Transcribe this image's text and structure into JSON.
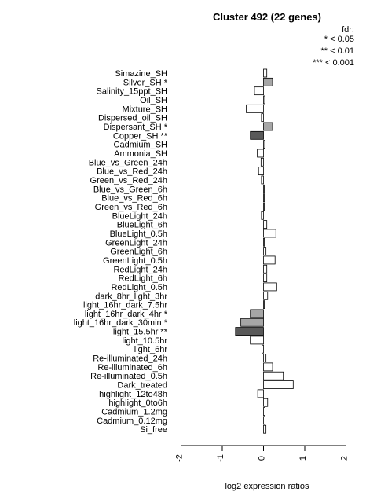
{
  "chart_data": {
    "type": "bar",
    "orientation": "horizontal",
    "title": "Cluster 492 (22 genes)",
    "xlabel": "log2 expression ratios",
    "xlim": [
      -2,
      2
    ],
    "xticks": [
      "-2",
      "-1",
      "0",
      "1",
      "2"
    ],
    "legend": {
      "title": "fdr:",
      "entries": [
        "* < 0.05",
        "** < 0.01",
        "*** < 0.001"
      ],
      "placement": "top-right"
    },
    "colors": {
      "none": "#ffffff",
      "sig1": "#a6a6a6",
      "sig2": "#595959",
      "border": "#000000"
    },
    "rows": [
      {
        "label": "Simazine_SH",
        "value": 0.08,
        "sig": 0
      },
      {
        "label": "Silver_SH *",
        "value": 0.22,
        "sig": 1
      },
      {
        "label": "Salinity_15ppt_SH",
        "value": -0.22,
        "sig": 0
      },
      {
        "label": "Oil_SH",
        "value": 0.03,
        "sig": 0
      },
      {
        "label": "Mixture_SH",
        "value": -0.42,
        "sig": 0
      },
      {
        "label": "Dispersed_oil_SH",
        "value": -0.05,
        "sig": 0
      },
      {
        "label": "Dispersant_SH *",
        "value": 0.22,
        "sig": 1
      },
      {
        "label": "Copper_SH **",
        "value": -0.32,
        "sig": 2
      },
      {
        "label": "Cadmium_SH",
        "value": 0.03,
        "sig": 0
      },
      {
        "label": "Ammonia_SH",
        "value": -0.15,
        "sig": 0
      },
      {
        "label": "Blue_vs_Green_24h",
        "value": -0.06,
        "sig": 0
      },
      {
        "label": "Blue_vs_Red_24h",
        "value": -0.12,
        "sig": 0
      },
      {
        "label": "Green_vs_Red_24h",
        "value": -0.05,
        "sig": 0
      },
      {
        "label": "Blue_vs_Green_6h",
        "value": 0.02,
        "sig": 0
      },
      {
        "label": "Blue_vs_Red_6h",
        "value": 0.01,
        "sig": 0
      },
      {
        "label": "Green_vs_Red_6h",
        "value": 0.01,
        "sig": 0
      },
      {
        "label": "BlueLight_24h",
        "value": -0.05,
        "sig": 0
      },
      {
        "label": "BlueLight_6h",
        "value": 0.08,
        "sig": 0
      },
      {
        "label": "BlueLight_0.5h",
        "value": 0.3,
        "sig": 0
      },
      {
        "label": "GreenLight_24h",
        "value": 0.02,
        "sig": 0
      },
      {
        "label": "GreenLight_6h",
        "value": 0.06,
        "sig": 0
      },
      {
        "label": "GreenLight_0.5h",
        "value": 0.28,
        "sig": 0
      },
      {
        "label": "RedLight_24h",
        "value": 0.08,
        "sig": 0
      },
      {
        "label": "RedLight_6h",
        "value": 0.08,
        "sig": 0
      },
      {
        "label": "RedLight_0.5h",
        "value": 0.32,
        "sig": 0
      },
      {
        "label": "dark_8hr_light_3hr",
        "value": 0.1,
        "sig": 0
      },
      {
        "label": "light_16hr_dark_7.5hr",
        "value": 0.01,
        "sig": 0
      },
      {
        "label": "light_16hr_dark_4hr *",
        "value": -0.32,
        "sig": 1
      },
      {
        "label": "light_16hr_dark_30min *",
        "value": -0.55,
        "sig": 1
      },
      {
        "label": "light_15.5hr **",
        "value": -0.68,
        "sig": 2
      },
      {
        "label": "light_10.5hr",
        "value": -0.32,
        "sig": 0
      },
      {
        "label": "light_6hr",
        "value": -0.04,
        "sig": 0
      },
      {
        "label": "Re-illuminated_24h",
        "value": 0.06,
        "sig": 0
      },
      {
        "label": "Re-illuminated_6h",
        "value": 0.22,
        "sig": 0
      },
      {
        "label": "Re-illuminated_0.5h",
        "value": 0.48,
        "sig": 0
      },
      {
        "label": "Dark_treated",
        "value": 0.72,
        "sig": 0
      },
      {
        "label": "highlight_12to48h",
        "value": -0.14,
        "sig": 0
      },
      {
        "label": "highlight_0to6h",
        "value": 0.1,
        "sig": 0
      },
      {
        "label": "Cadmium_1.2mg",
        "value": 0.04,
        "sig": 0
      },
      {
        "label": "Cadmium_0.12mg",
        "value": 0.04,
        "sig": 0
      },
      {
        "label": "Si_free",
        "value": 0.06,
        "sig": 0
      }
    ]
  }
}
